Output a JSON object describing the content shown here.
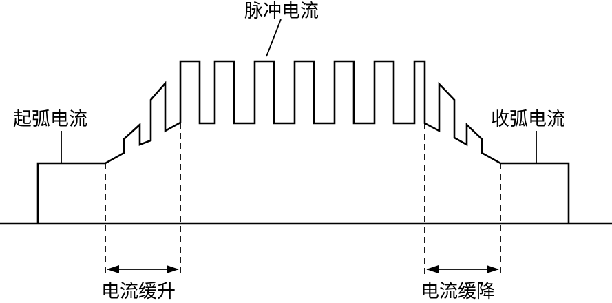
{
  "labels": {
    "pulse_current": "脉冲电流",
    "arc_start_current": "起弧电流",
    "arc_end_current": "收弧电流",
    "ramp_up": "电流缓升",
    "ramp_down": "电流缓降"
  }
}
